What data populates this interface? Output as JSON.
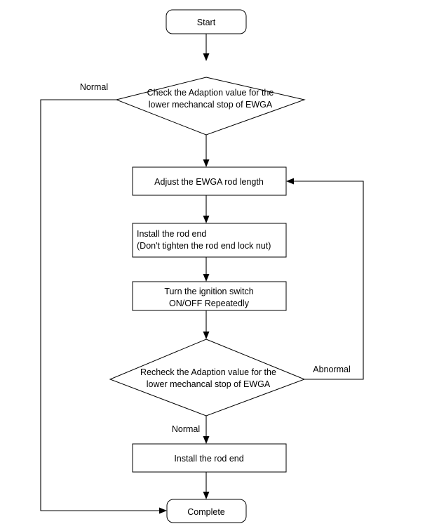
{
  "diagram": {
    "type": "flowchart",
    "title": "EWGA rod adjustment procedure",
    "background_color": "#ffffff",
    "line_color": "#000000",
    "text_color": "#000000"
  },
  "nodes": {
    "start": {
      "shape": "terminator",
      "label": "Start"
    },
    "check_adaption": {
      "shape": "decision",
      "line1": "Check the Adaption value for the",
      "line2": "lower mechancal stop of EWGA"
    },
    "adjust_rod": {
      "shape": "process",
      "label": "Adjust the EWGA rod length"
    },
    "install_rod_end_loose": {
      "shape": "process",
      "line1": "Install the rod end",
      "line2": "(Don't tighten the rod end lock nut)"
    },
    "ignition_cycle": {
      "shape": "process",
      "line1": "Turn the ignition switch",
      "line2": "ON/OFF  Repeatedly"
    },
    "recheck_adaption": {
      "shape": "decision",
      "line1": "Recheck the Adaption value for the",
      "line2": "lower mechancal stop of EWGA"
    },
    "install_rod_end": {
      "shape": "process",
      "label": "Install the rod end"
    },
    "complete": {
      "shape": "terminator",
      "label": "Complete"
    }
  },
  "edge_labels": {
    "check_normal": "Normal",
    "recheck_abnormal": "Abnormal",
    "recheck_normal": "Normal"
  }
}
